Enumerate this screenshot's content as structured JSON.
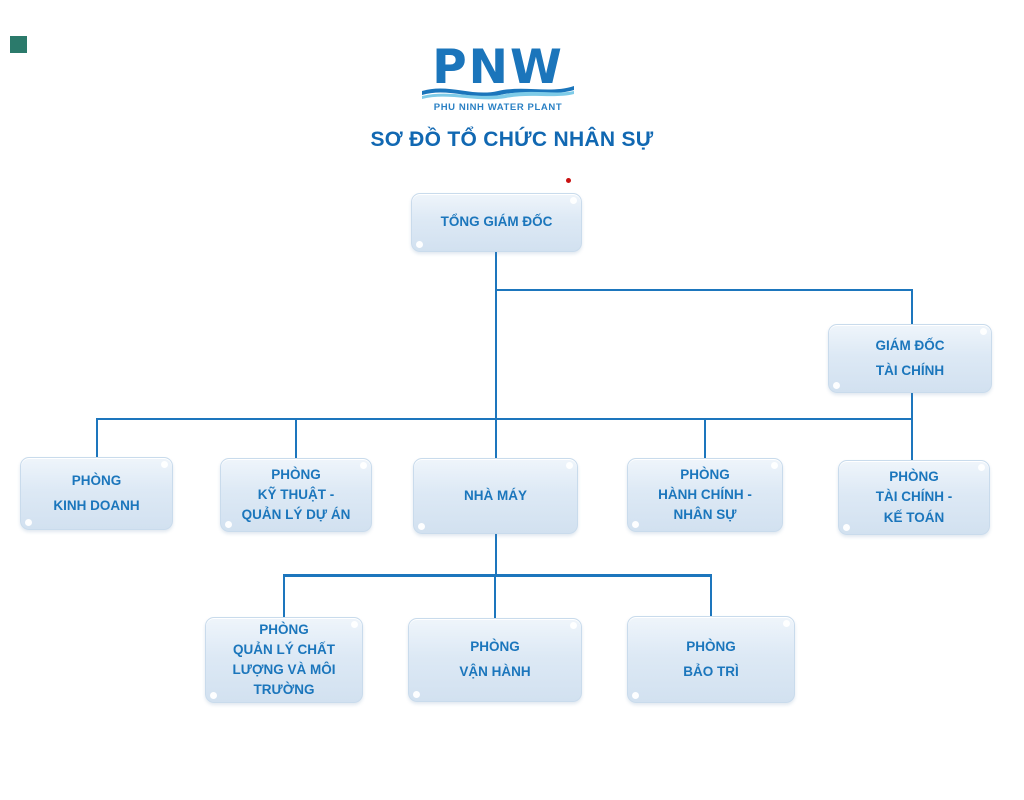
{
  "logo": {
    "acronym": "PNW",
    "tagline": "PHU NINH WATER PLANT"
  },
  "heading": {
    "text": "SƠ ĐỒ TỔ CHỨC NHÂN SỰ"
  },
  "colors": {
    "brand_blue": "#1b75bb",
    "title_blue": "#1168b2",
    "connector_blue": "#1d76bd",
    "box_fill": "#dde9f5",
    "box_border": "#c9dbec",
    "box_text": "#1b76bc",
    "wave_light": "#7ecbe8",
    "marker_teal": "#2b7a6b",
    "red_dot": "#c91111"
  },
  "org_chart": {
    "nodes": [
      {
        "id": "ceo",
        "lines": [
          "TỔNG GIÁM ĐỐC"
        ]
      },
      {
        "id": "finance-director",
        "lines": [
          "GIÁM ĐỐC",
          "TÀI CHÍNH"
        ]
      },
      {
        "id": "sales",
        "lines": [
          "PHÒNG",
          "KINH DOANH"
        ]
      },
      {
        "id": "engineering-pm",
        "lines": [
          "PHÒNG",
          "KỸ THUẬT -",
          "QUẢN LÝ DỰ ÁN"
        ]
      },
      {
        "id": "plant",
        "lines": [
          "NHÀ MÁY"
        ]
      },
      {
        "id": "admin-hr",
        "lines": [
          "PHÒNG",
          "HÀNH CHÍNH -",
          "NHÂN SỰ"
        ]
      },
      {
        "id": "finance-accounting",
        "lines": [
          "PHÒNG",
          "TÀI CHÍNH -",
          "KẾ TOÁN"
        ]
      },
      {
        "id": "quality-environment",
        "lines": [
          "PHÒNG",
          "QUẢN LÝ CHẤT",
          "LƯỢNG VÀ MÔI",
          "TRƯỜNG"
        ]
      },
      {
        "id": "operations",
        "lines": [
          "PHÒNG",
          "VẬN HÀNH"
        ]
      },
      {
        "id": "maintenance",
        "lines": [
          "PHÒNG",
          "BẢO TRÌ"
        ]
      }
    ]
  }
}
